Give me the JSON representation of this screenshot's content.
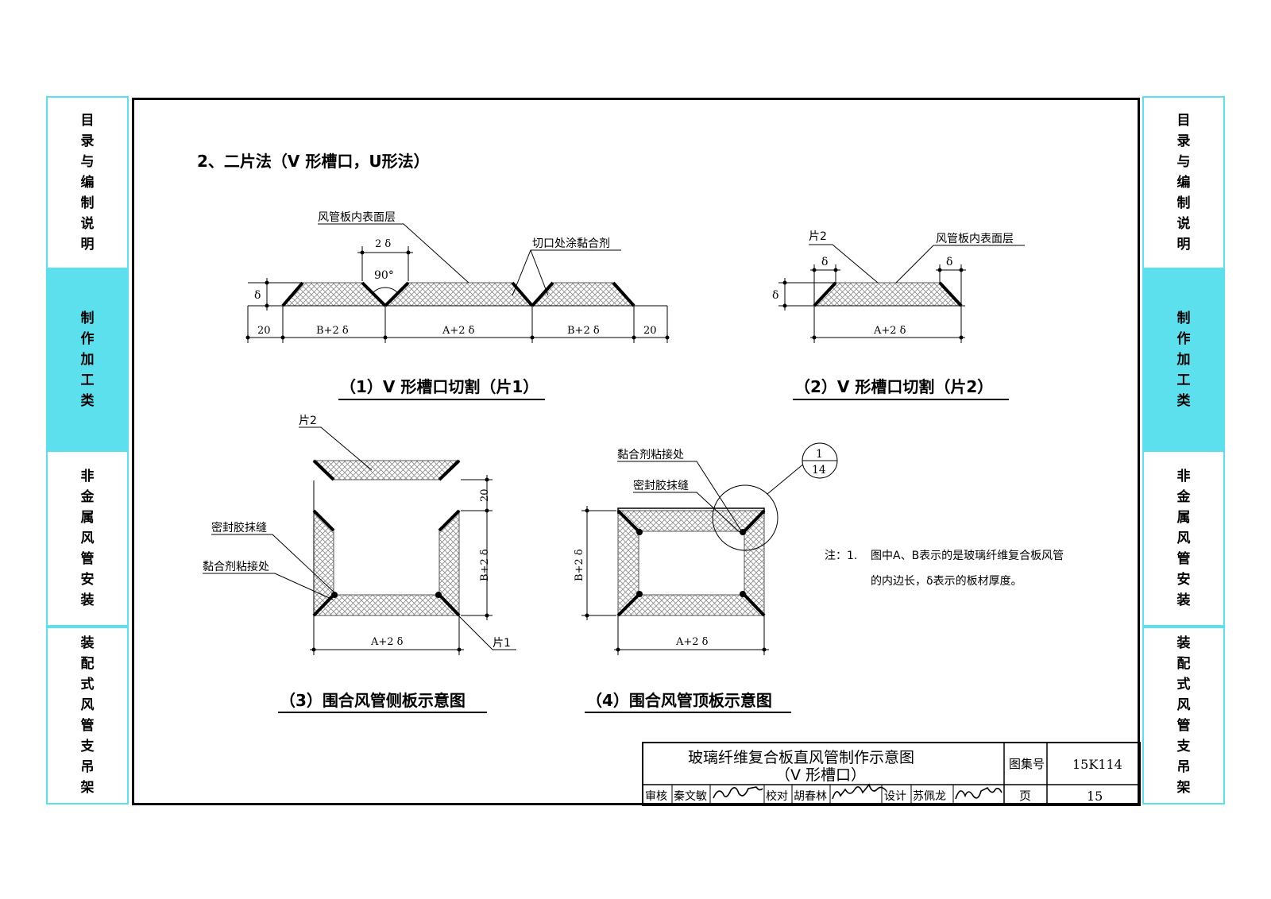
{
  "side_tabs": [
    "目录与编制说明",
    "制作加工类",
    "非金属风管安装",
    "装配式风管支吊架"
  ],
  "heading": "2、二片法（V 形槽口，U形法）",
  "fig1": {
    "caption": "（1）V 形槽口切割（片1）",
    "inner_layer": "风管板内表面层",
    "adhesive": "切口处涂黏合剂",
    "dim_2d": "2 δ",
    "angle": "90°",
    "delta": "δ",
    "dims": [
      "20",
      "B+2 δ",
      "A+2 δ",
      "B+2 δ",
      "20"
    ]
  },
  "fig2": {
    "caption": "（2）V 形槽口切割（片2）",
    "piece": "片2",
    "inner_layer": "风管板内表面层",
    "delta": "δ",
    "dim": "A+2 δ"
  },
  "fig3": {
    "caption": "（3）围合风管侧板示意图",
    "piece2": "片2",
    "piece1": "片1",
    "seal": "密封胶抹缝",
    "adhesive": "黏合剂粘接处",
    "dim_20": "20",
    "dim_b": "B+2 δ",
    "dim_a": "A+2 δ"
  },
  "fig4": {
    "caption": "（4）围合风管顶板示意图",
    "adhesive": "黏合剂粘接处",
    "seal": "密封胶抹缝",
    "ref_top": "1",
    "ref_bottom": "14",
    "dim_b": "B+2 δ",
    "dim_a": "A+2 δ"
  },
  "note": {
    "prefix": "注：1.",
    "line1": "图中A、B表示的是玻璃纤维复合板风管",
    "line2": "的内边长，δ表示的板材厚度。"
  },
  "title_block": {
    "title_line1": "玻璃纤维复合板直风管制作示意图",
    "title_line2": "（V 形槽口）",
    "atlas_label": "图集号",
    "atlas_no": "15K114",
    "page_label": "页",
    "page_no": "15",
    "review_label": "审核",
    "reviewer": "秦文敏",
    "check_label": "校对",
    "checker": "胡春林",
    "design_label": "设计",
    "designer": "苏佩龙"
  }
}
